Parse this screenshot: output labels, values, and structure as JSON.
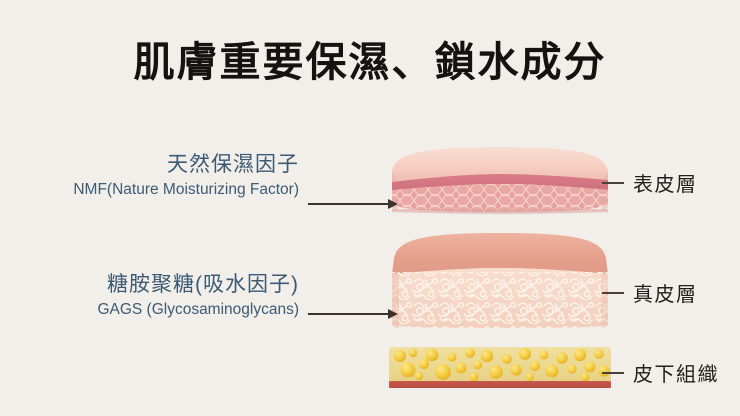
{
  "page": {
    "background_color": "#f2efeb",
    "title": "肌膚重要保濕、鎖水成分",
    "title_color": "#15120f"
  },
  "accents": {
    "label_blue": "#3d5a73",
    "label_dark": "#241f1c",
    "arrow_color": "#3b332b",
    "epidermis_top": "#f6d2c6",
    "epidermis_band": "#d9808a",
    "epidermis_cells": "#e9a3a2",
    "dermis_top": "#e5a08c",
    "dermis_body": "#f6d7c6",
    "dermis_fibers": "#fdf3ea",
    "fat_base": "#ecd98c",
    "fat_globule": "#f2c33c",
    "fat_bottom": "#c1544a"
  },
  "left_labels": [
    {
      "id": "nmf",
      "cn": "天然保濕因子",
      "en": "NMF(Nature Moisturizing Factor)"
    },
    {
      "id": "gags",
      "cn": "糖胺聚糖(吸水因子)",
      "en": "GAGS (Glycosaminoglycans)"
    }
  ],
  "right_labels": [
    {
      "id": "epidermis",
      "text": "表皮層"
    },
    {
      "id": "dermis",
      "text": "真皮層"
    },
    {
      "id": "subcutaneous",
      "text": "皮下組織"
    }
  ],
  "diagram": {
    "layers": [
      {
        "id": "epidermis",
        "name": "表皮層"
      },
      {
        "id": "dermis",
        "name": "真皮層"
      },
      {
        "id": "subcutaneous",
        "name": "皮下組織"
      }
    ]
  }
}
